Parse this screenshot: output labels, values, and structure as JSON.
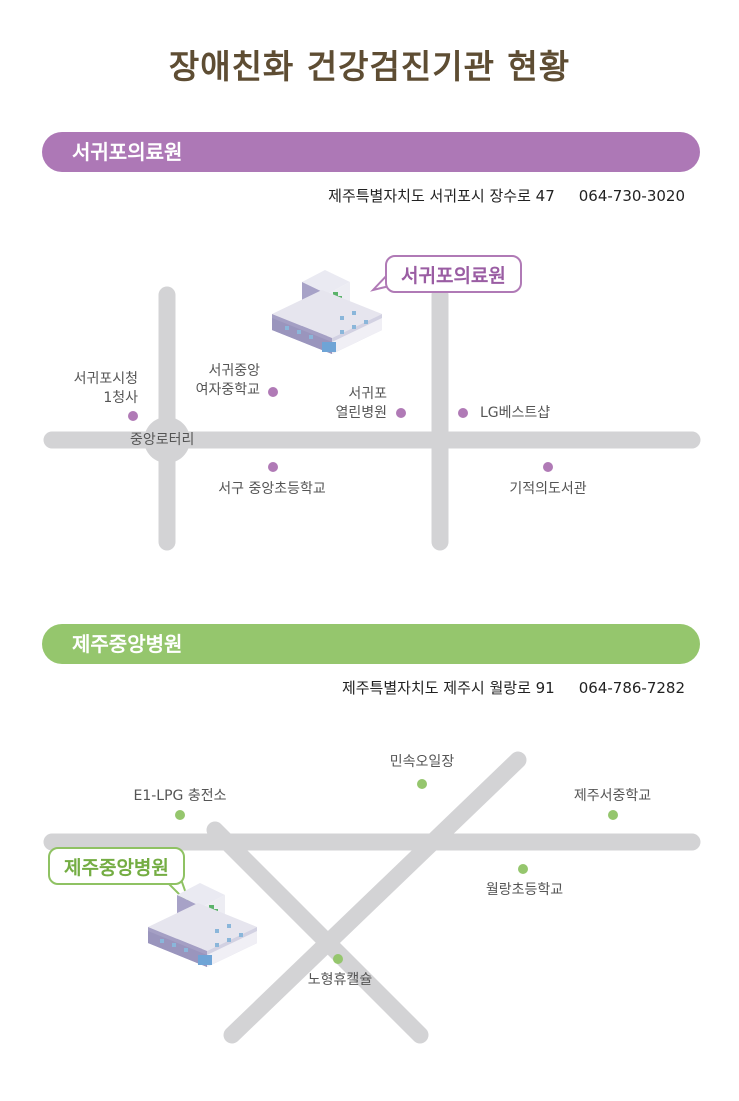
{
  "title": "장애친화 건강검진기관 현황",
  "clinics": [
    {
      "name": "서귀포의료원",
      "address": "제주특별자치도 서귀포시 장수로 47",
      "phone": "064-730-3020",
      "callout": "서귀포의료원",
      "accent": "#ad78b6",
      "landmarks": [
        {
          "label": "서귀포시청\n1청사"
        },
        {
          "label": "서귀중앙\n여자중학교"
        },
        {
          "label": "서귀포\n열린병원"
        },
        {
          "label": "LG베스트샵"
        },
        {
          "label": "중앙로터리"
        },
        {
          "label": "서구 중앙초등학교"
        },
        {
          "label": "기적의도서관"
        }
      ]
    },
    {
      "name": "제주중앙병원",
      "address": "제주특별자치도 제주시 월랑로 91",
      "phone": "064-786-7282",
      "callout": "제주중앙병원",
      "accent": "#95c66d",
      "landmarks": [
        {
          "label": "민속오일장"
        },
        {
          "label": "E1-LPG 충전소"
        },
        {
          "label": "제주서중학교"
        },
        {
          "label": "월랑초등학교"
        },
        {
          "label": "노형휴캘슐"
        }
      ]
    }
  ]
}
